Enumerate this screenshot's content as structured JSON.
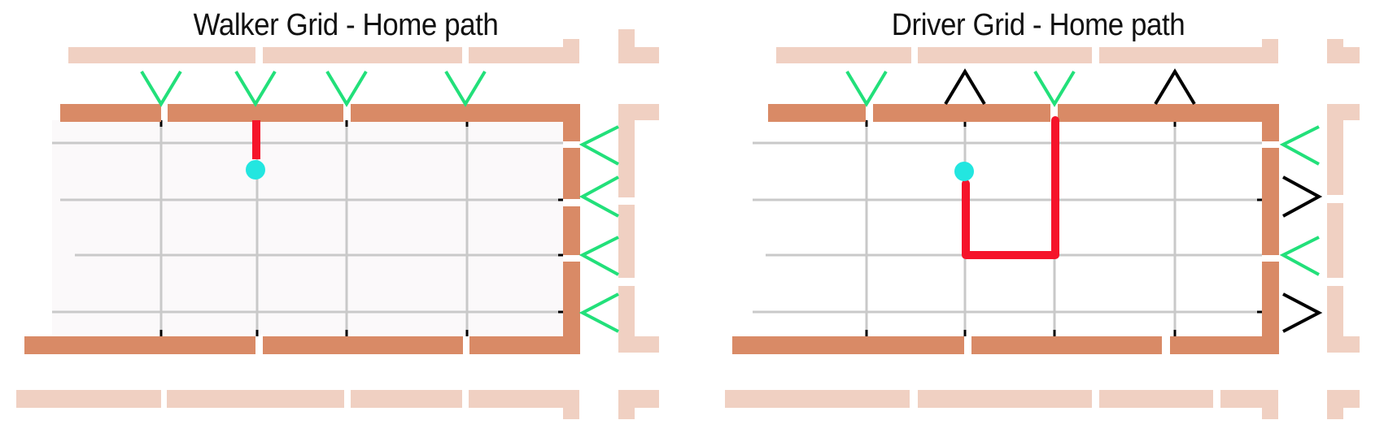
{
  "colors": {
    "wall": "#d98a66",
    "wall_faded": "#f0d0c2",
    "grid_line": "#c9c9c9",
    "grid_bg_walker": "#fbf9fa",
    "path": "#f5142a",
    "agent": "#23e6e0",
    "arrow_open": "#22e07a",
    "arrow_closed": "#000000"
  },
  "panels": [
    {
      "title": "Walker Grid - Home path",
      "top_arrows": [
        "green",
        "green",
        "green",
        "green"
      ],
      "right_arrows": [
        "green",
        "green",
        "green",
        "green"
      ]
    },
    {
      "title": "Driver Grid - Home path",
      "top_arrows": [
        "green",
        "black",
        "green",
        "black"
      ],
      "right_arrows": [
        "green",
        "black",
        "green",
        "black"
      ]
    }
  ]
}
